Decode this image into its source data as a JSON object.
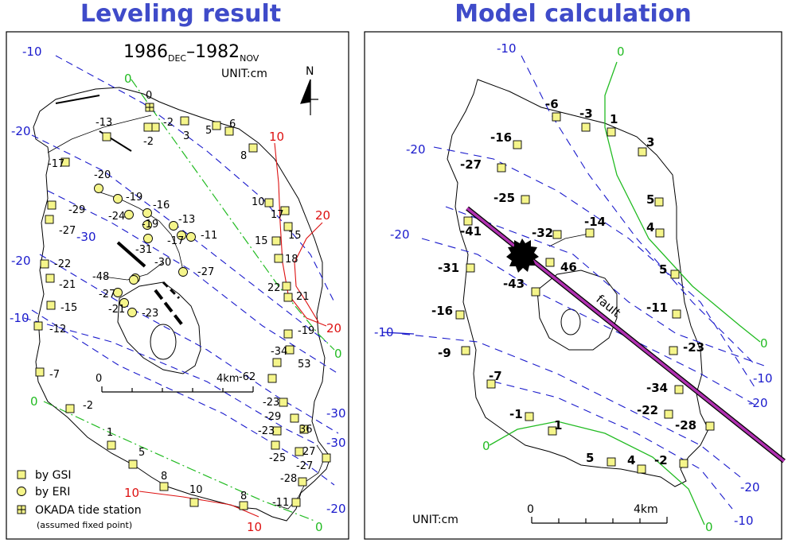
{
  "titles": {
    "left": "Leveling result",
    "right": "Model calculation"
  },
  "left": {
    "period": {
      "start": "1986",
      "start_sub": "DEC",
      "dash": "–",
      "end": "1982",
      "end_sub": "NOV"
    },
    "unit": "UNIT:cm",
    "north": "N",
    "scale": {
      "start": "0",
      "end": "4km"
    },
    "legend": {
      "gsi": "by GSI",
      "eri": "by ERI",
      "okada": "OKADA tide station",
      "okada_note": "(assumed fixed point)"
    },
    "gsi_values": [
      "0",
      "-2",
      "3",
      "5",
      "6",
      "8",
      "-13",
      "-2",
      "-17",
      "-29",
      "-27",
      "-22",
      "-21",
      "-15",
      "-12",
      "-7",
      "-2",
      "1",
      "5",
      "8",
      "10",
      "8",
      "-11",
      "10",
      "17",
      "15",
      "15",
      "18",
      "22",
      "21",
      "-19",
      "-34",
      "53",
      "-62",
      "-23",
      "-29",
      "-23",
      "36",
      "-25",
      "-27",
      "27",
      "-28"
    ],
    "eri_values": [
      "-20",
      "-19",
      "-16",
      "-24",
      "-13",
      "-19",
      "-11",
      "-17",
      "-31",
      "-30",
      "-27",
      "-48",
      "-27",
      "-21",
      "-23"
    ],
    "contours": {
      "blue": [
        "-10",
        "-20",
        "-30",
        "-20",
        "-10",
        "-30",
        "-30",
        "-20"
      ],
      "green": [
        "0",
        "0",
        "0",
        "0"
      ],
      "red": [
        "10",
        "20",
        "20",
        "10",
        "10"
      ]
    }
  },
  "right": {
    "unit": "UNIT:cm",
    "fault": "fault",
    "scale": {
      "start": "0",
      "end": "4km"
    },
    "values": [
      "-6",
      "-3",
      "1",
      "3",
      "-16",
      "-27",
      "5",
      "-25",
      "4",
      "-41",
      "-32",
      "-14",
      "46",
      "-31",
      "5",
      "-43",
      "-11",
      "-16",
      "-23",
      "-9",
      "-7",
      "-34",
      "-22",
      "-28",
      "-1",
      "1",
      "5",
      "4",
      "-2"
    ],
    "contours": {
      "blue": [
        "-10",
        "-20",
        "-20",
        "-10",
        "-10",
        "-20",
        "-20",
        "-10"
      ],
      "green": [
        "0",
        "0",
        "0",
        "0"
      ]
    }
  },
  "colors": {
    "title": "#3f4bc9",
    "blue": "#1a1acc",
    "green": "#22bb22",
    "red": "#dd1111",
    "marker": "#f5f58a",
    "fault": "#b030b0"
  }
}
